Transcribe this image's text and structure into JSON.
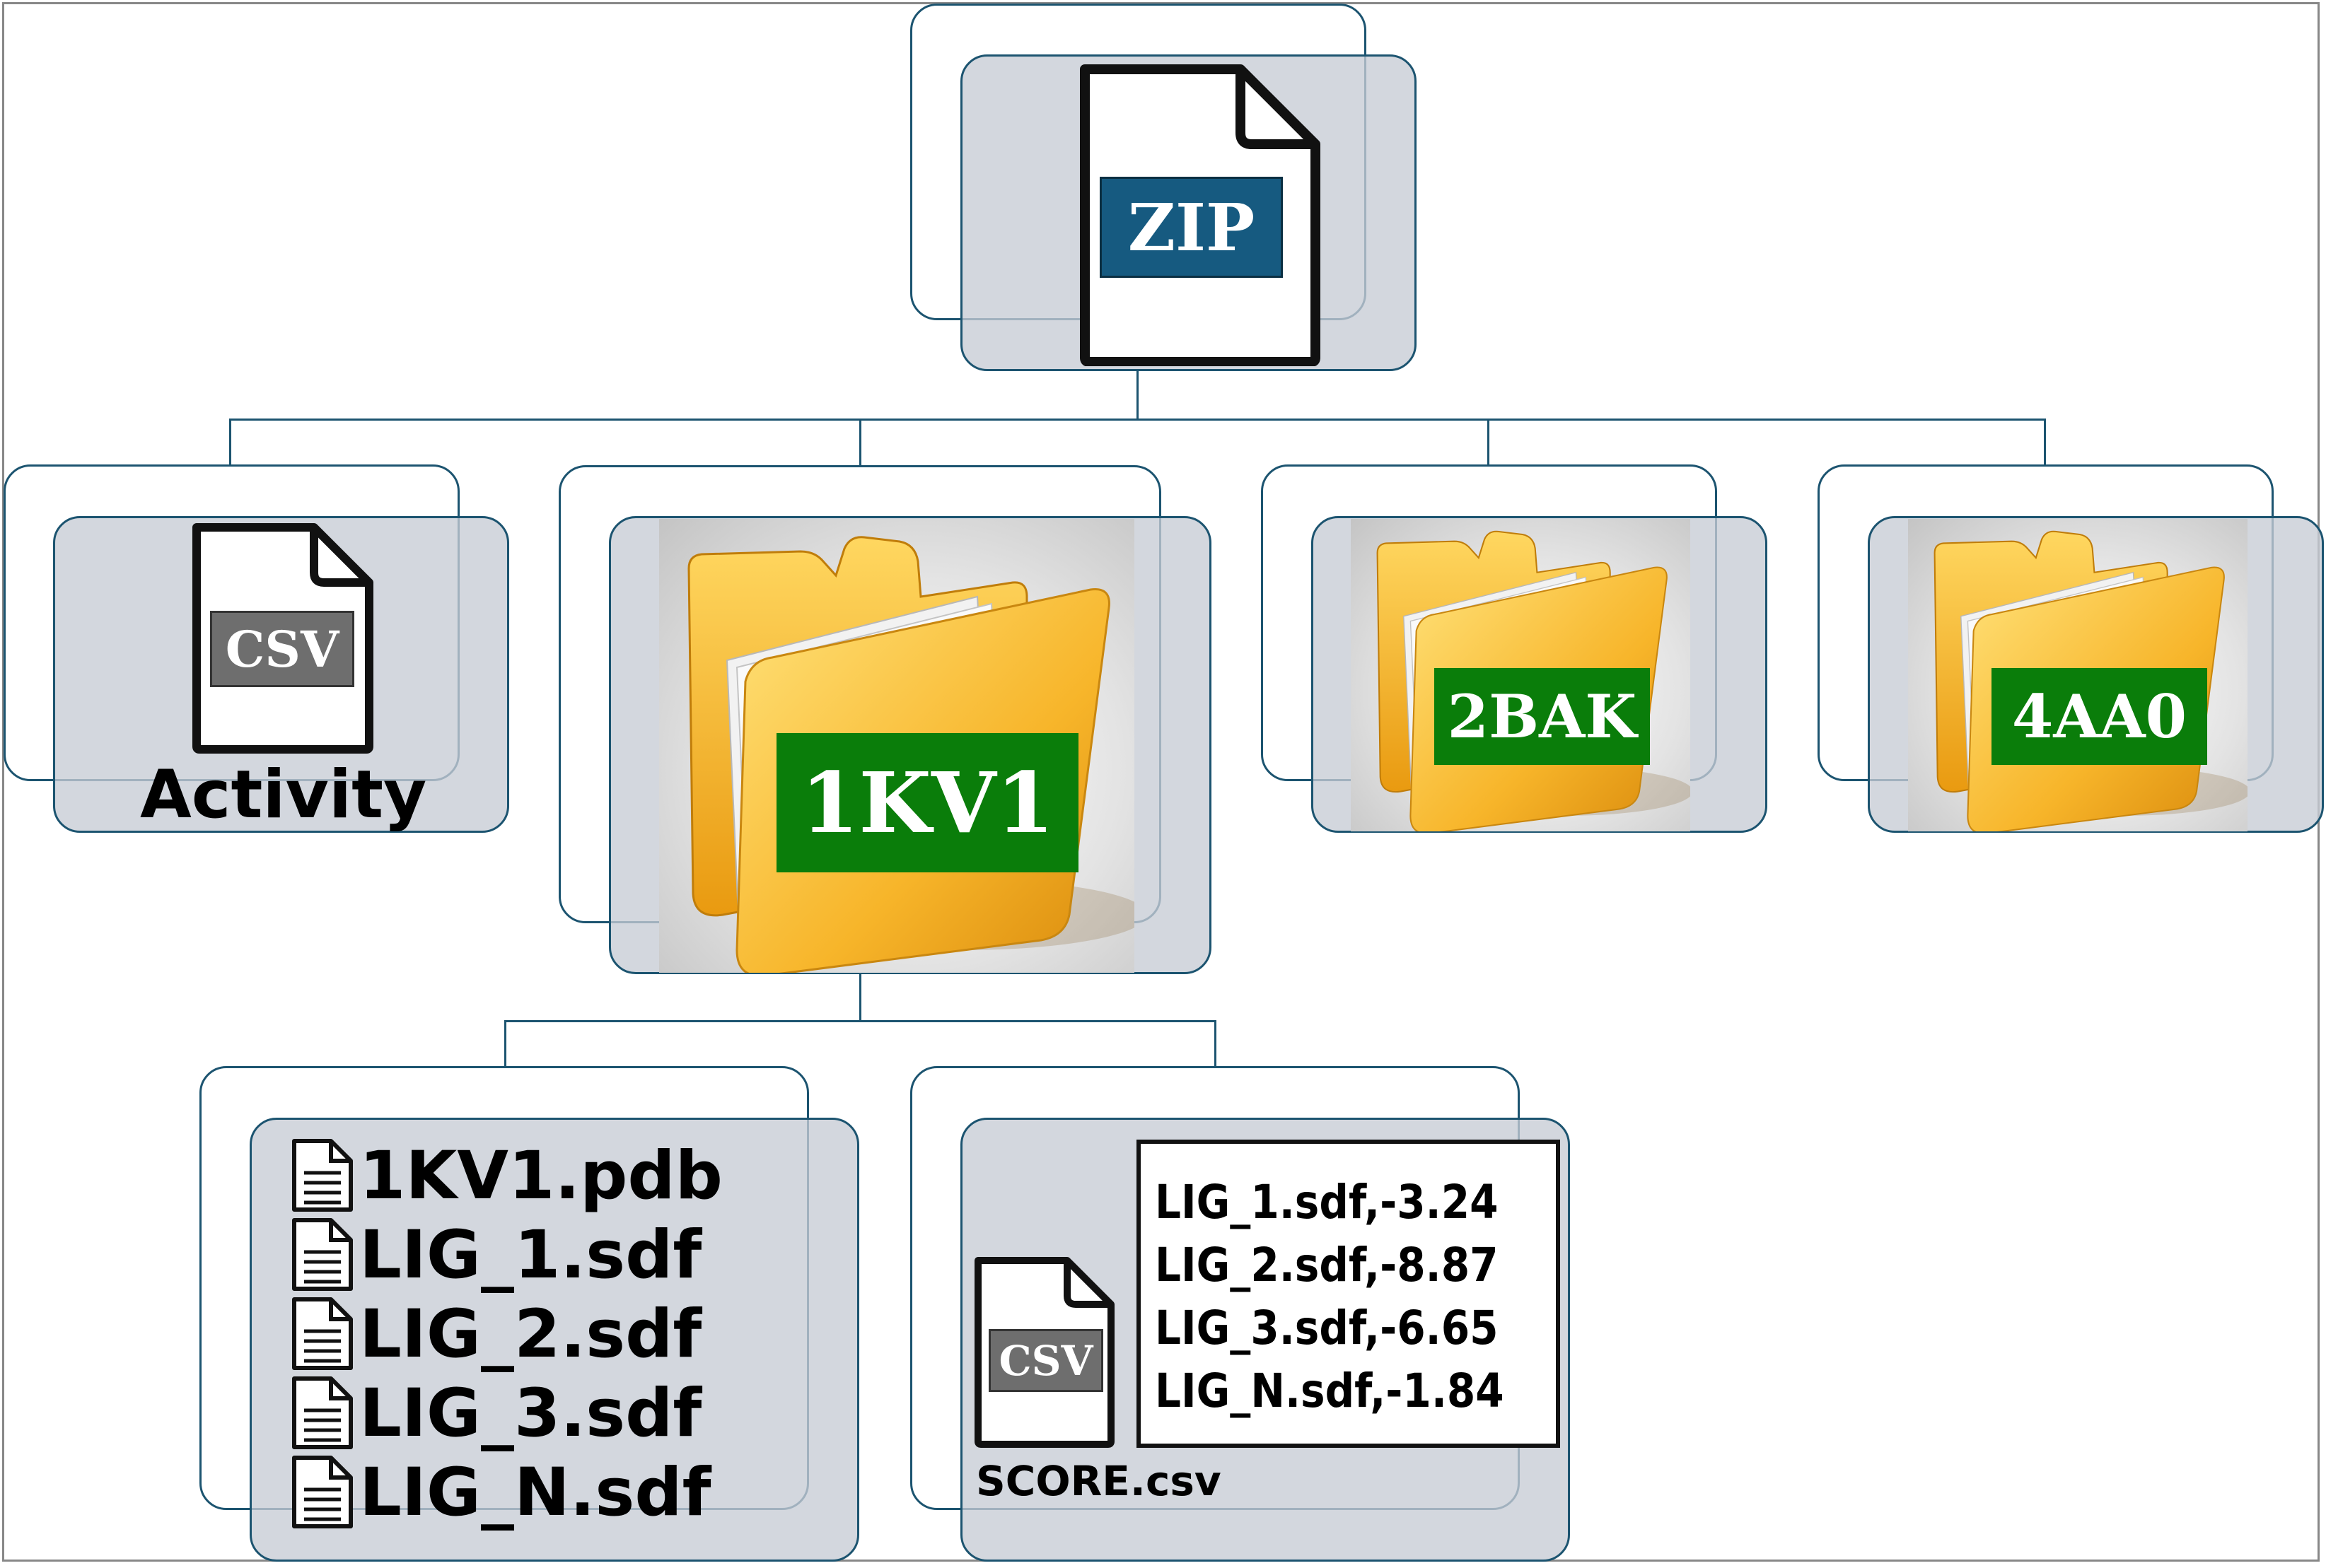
{
  "root": {
    "icon": "zip-file-icon",
    "tag": "ZIP",
    "tag_color": "#165a80"
  },
  "children": {
    "activity": {
      "icon": "csv-file-icon",
      "tag": "CSV",
      "label": "Activity",
      "tag_color": "#6e6e6e"
    },
    "folders": [
      {
        "icon": "folder-icon",
        "label": "1KV1",
        "label_bg": "#0a7d0a"
      },
      {
        "icon": "folder-icon",
        "label": "2BAK",
        "label_bg": "#0a7d0a"
      },
      {
        "icon": "folder-icon",
        "label": "4AA0",
        "label_bg": "#0a7d0a"
      }
    ]
  },
  "folder_1kv1": {
    "files": [
      "1KV1.pdb",
      "LIG_1.sdf",
      "LIG_2.sdf",
      "LIG_3.sdf",
      "LIG_N.sdf"
    ],
    "file_icon": "document-icon",
    "score": {
      "icon": "csv-file-icon",
      "tag": "CSV",
      "filename": "SCORE.csv",
      "lines": [
        "LIG_1.sdf,-3.24",
        "LIG_2.sdf,-8.87",
        "LIG_3.sdf,-6.65",
        "LIG_N.sdf,-1.84"
      ]
    }
  },
  "colors": {
    "box_border": "#1c5470",
    "box_fill": "#c6ccd5",
    "folder_yellow": "#f4b41c"
  }
}
